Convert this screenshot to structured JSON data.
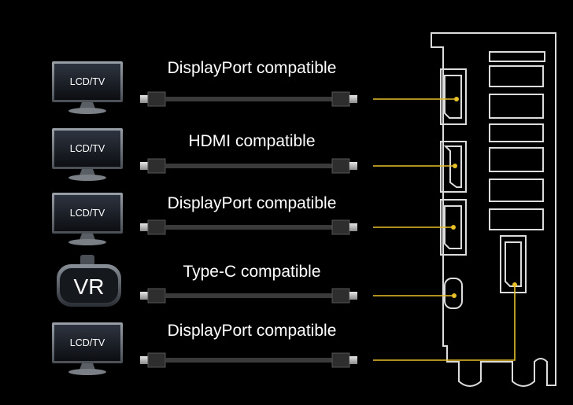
{
  "colors": {
    "background": "#000000",
    "bracket_outline": "#dcdcdc",
    "connector_highlight": "#e8c02a",
    "cable": "#3a3a3a",
    "text": "#ffffff"
  },
  "rows": [
    {
      "device": "LCD/TV",
      "device_icon": "monitor-icon",
      "label": "DisplayPort compatible",
      "port": "displayport"
    },
    {
      "device": "LCD/TV",
      "device_icon": "monitor-icon",
      "label": "HDMI compatible",
      "port": "hdmi"
    },
    {
      "device": "LCD/TV",
      "device_icon": "monitor-icon",
      "label": "DisplayPort compatible",
      "port": "displayport"
    },
    {
      "device": "VR",
      "device_icon": "vr-headset-icon",
      "label": "Type-C compatible",
      "port": "usb-type-c"
    },
    {
      "device": "LCD/TV",
      "device_icon": "monitor-icon",
      "label": "DisplayPort compatible",
      "port": "displayport"
    }
  ]
}
